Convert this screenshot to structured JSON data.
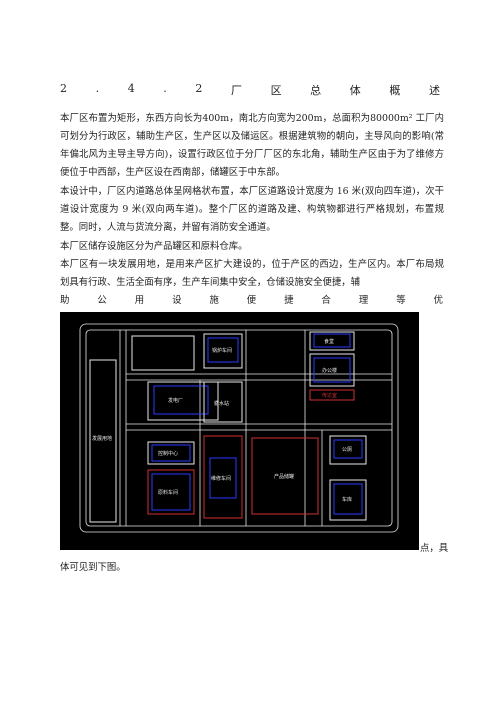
{
  "heading": {
    "chars": [
      "2",
      ".",
      "4",
      ".",
      "2",
      "厂",
      "区",
      "总",
      "体",
      "概",
      "述"
    ]
  },
  "paragraphs": {
    "p1": "本厂区布置为矩形，东西方向长为400m，南北方向宽为200m，总面积为80000m² 工厂内可划分为行政区，辅助生产区，生产区以及储运区。根据建筑物的朝向，主导风向的影响(常年偏北风为主导主导方向)，设置行政区位于分厂厂区的东北角，辅助生产区由于为了维修方便位于中西部，生产区设在西南部，储罐区于中东部。",
    "p2": "本设计中，厂区内道路总体呈网格状布置，本厂区道路设计宽度为 16 米(双向四车道)，次干道设计宽度为 9 米(双向两车道)。整个厂区的道路及建、构筑物都进行严格规划，布置规整。同时，人流与货流分离，并留有消防安全通道。",
    "p3": "本厂区储存设施区分为产品罐区和原料仓库。",
    "p4": "本厂区有一块发展用地，是用来产区扩大建设的，位于产区的西边，生产区内。本厂布局规划具有行政、生活全面有序，生产车间集中安全，仓储设施安全便捷，辅"
  },
  "spread_line": [
    "助",
    "公",
    "用",
    "设",
    "施",
    "便",
    "捷",
    "合",
    "理",
    "等",
    "优"
  ],
  "tail": {
    "after_figure": "点，具",
    "last_line": "体可见到下图。"
  },
  "site_plan": {
    "labels": {
      "dev_land": "发展用地",
      "boiler": "锅炉车间",
      "canteen": "食堂",
      "office": "办公楼",
      "gate": "传达室",
      "power": "发电厂",
      "water": "循水站",
      "control": "控制中心",
      "raw_store": "原料车间",
      "repair": "维修车间",
      "tank": "产品储罐",
      "toilet": "公厕",
      "parking": "车库"
    },
    "colors": {
      "background": "#000000",
      "road": "#e8e8e8",
      "blue_outline": "#2a3cff",
      "red_outline": "#d03030"
    }
  }
}
